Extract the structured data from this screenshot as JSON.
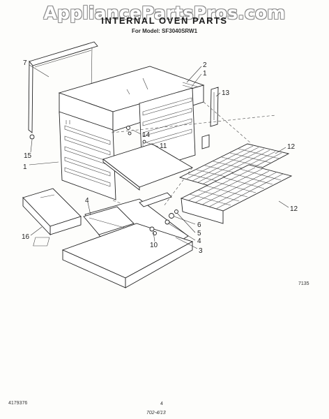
{
  "watermark": "AppliancePartsPros.com",
  "title": "INTERNAL OVEN PARTS",
  "model": "For Model: SF3040SRW1",
  "codes": {
    "art_number": "7135",
    "doc_number": "4179376",
    "page": "4",
    "footer_mark": "702-4/13"
  },
  "callouts": {
    "c7": "7",
    "c2": "2",
    "c1a": "1",
    "c13": "13",
    "c14": "14",
    "c11": "11",
    "c15": "15",
    "c1b": "1",
    "c12a": "12",
    "c12b": "12",
    "c4a": "4",
    "c16": "16",
    "c6": "6",
    "c5": "5",
    "c10": "10",
    "c4b": "4",
    "c3": "3"
  }
}
